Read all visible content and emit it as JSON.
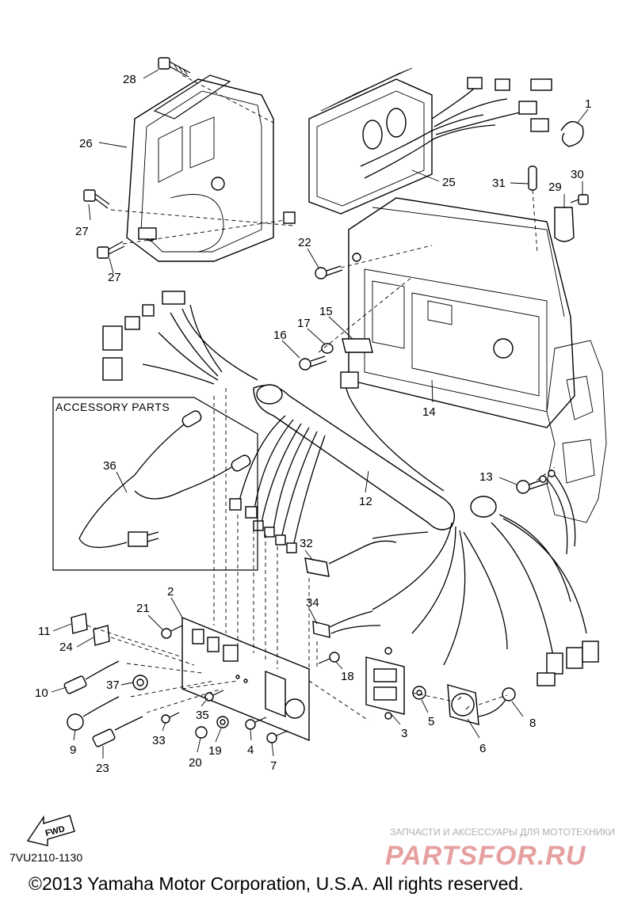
{
  "diagram": {
    "callouts": [
      "1",
      "2",
      "3",
      "4",
      "5",
      "6",
      "7",
      "8",
      "9",
      "10",
      "11",
      "12",
      "13",
      "14",
      "15",
      "16",
      "17",
      "18",
      "19",
      "20",
      "21",
      "22",
      "23",
      "24",
      "25",
      "26",
      "27",
      "27",
      "28",
      "29",
      "30",
      "31",
      "32",
      "33",
      "34",
      "35",
      "36",
      "37"
    ],
    "accessory_box_title": "ACCESSORY PARTS",
    "direction_arrow": "FWD",
    "diagram_code": "7VU2110-1130",
    "copyright": "©2013 Yamaha Motor Corporation, U.S.A. All rights reserved.",
    "watermark": {
      "tagline": "ЗАПЧАСТИ И АКСЕССУАРЫ ДЛЯ МОТОТЕХНИКИ",
      "brand": "PARTSFOR.RU"
    }
  }
}
